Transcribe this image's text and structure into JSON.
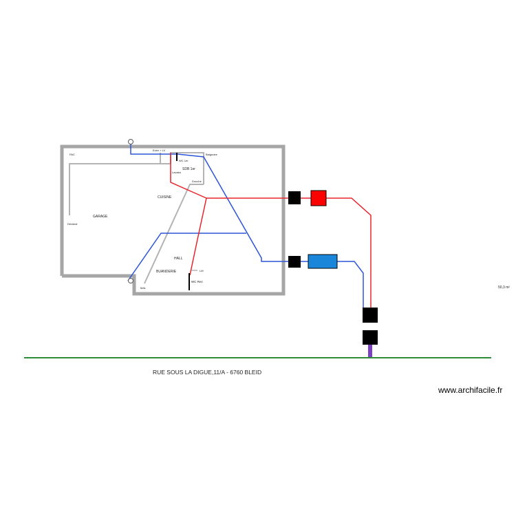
{
  "rooms": {
    "garage": "GARAGE",
    "cuisine": "CUISINE",
    "hall": "HALL",
    "buanderie": "BUANDERIE",
    "sdb": "SDB 1er",
    "wc_first": "WC 1er",
    "wc_rez": "WC Rez"
  },
  "fixtures": {
    "pac": "PAC",
    "evier_lv": "Evier + LV",
    "baignoire": "Baignoire",
    "lavabo": "Lavabo",
    "douche": "Douche",
    "devidoir": "Dévidoir",
    "mal": "MAL",
    "lm": "LM"
  },
  "area": "50,3 m²",
  "address": "RUE SOUS LA DIGUE,11/A - 6760 BLEID",
  "watermark": "www.archifacile.fr",
  "colors": {
    "wall": "#a6a6a6",
    "hot_water": "#e8232a",
    "cold_water": "#2b55d6",
    "drain": "#b3b3b3",
    "street": "#2c8c3a",
    "meter_box": "#000000",
    "boiler": "#ff0000",
    "tank": "#1a86d9",
    "main_supply": "#7b3fc4"
  }
}
